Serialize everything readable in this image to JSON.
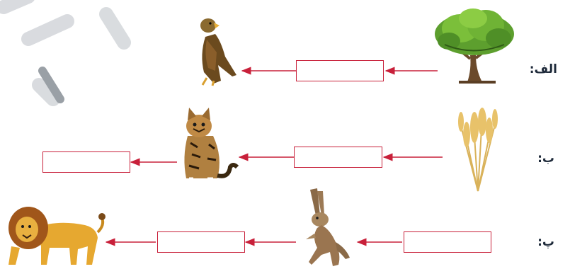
{
  "worksheet": {
    "rows": [
      {
        "label": "الف:"
      },
      {
        "label": "ب:"
      },
      {
        "label": "پ:"
      }
    ]
  },
  "colors": {
    "arrow": "#c8203a",
    "box_border": "#c8203a",
    "label": "#1e2a3a",
    "watermark": "#b8bdc4"
  },
  "illustrations": [
    "tree",
    "eagle",
    "wheat",
    "cat",
    "rabbit",
    "lion"
  ]
}
